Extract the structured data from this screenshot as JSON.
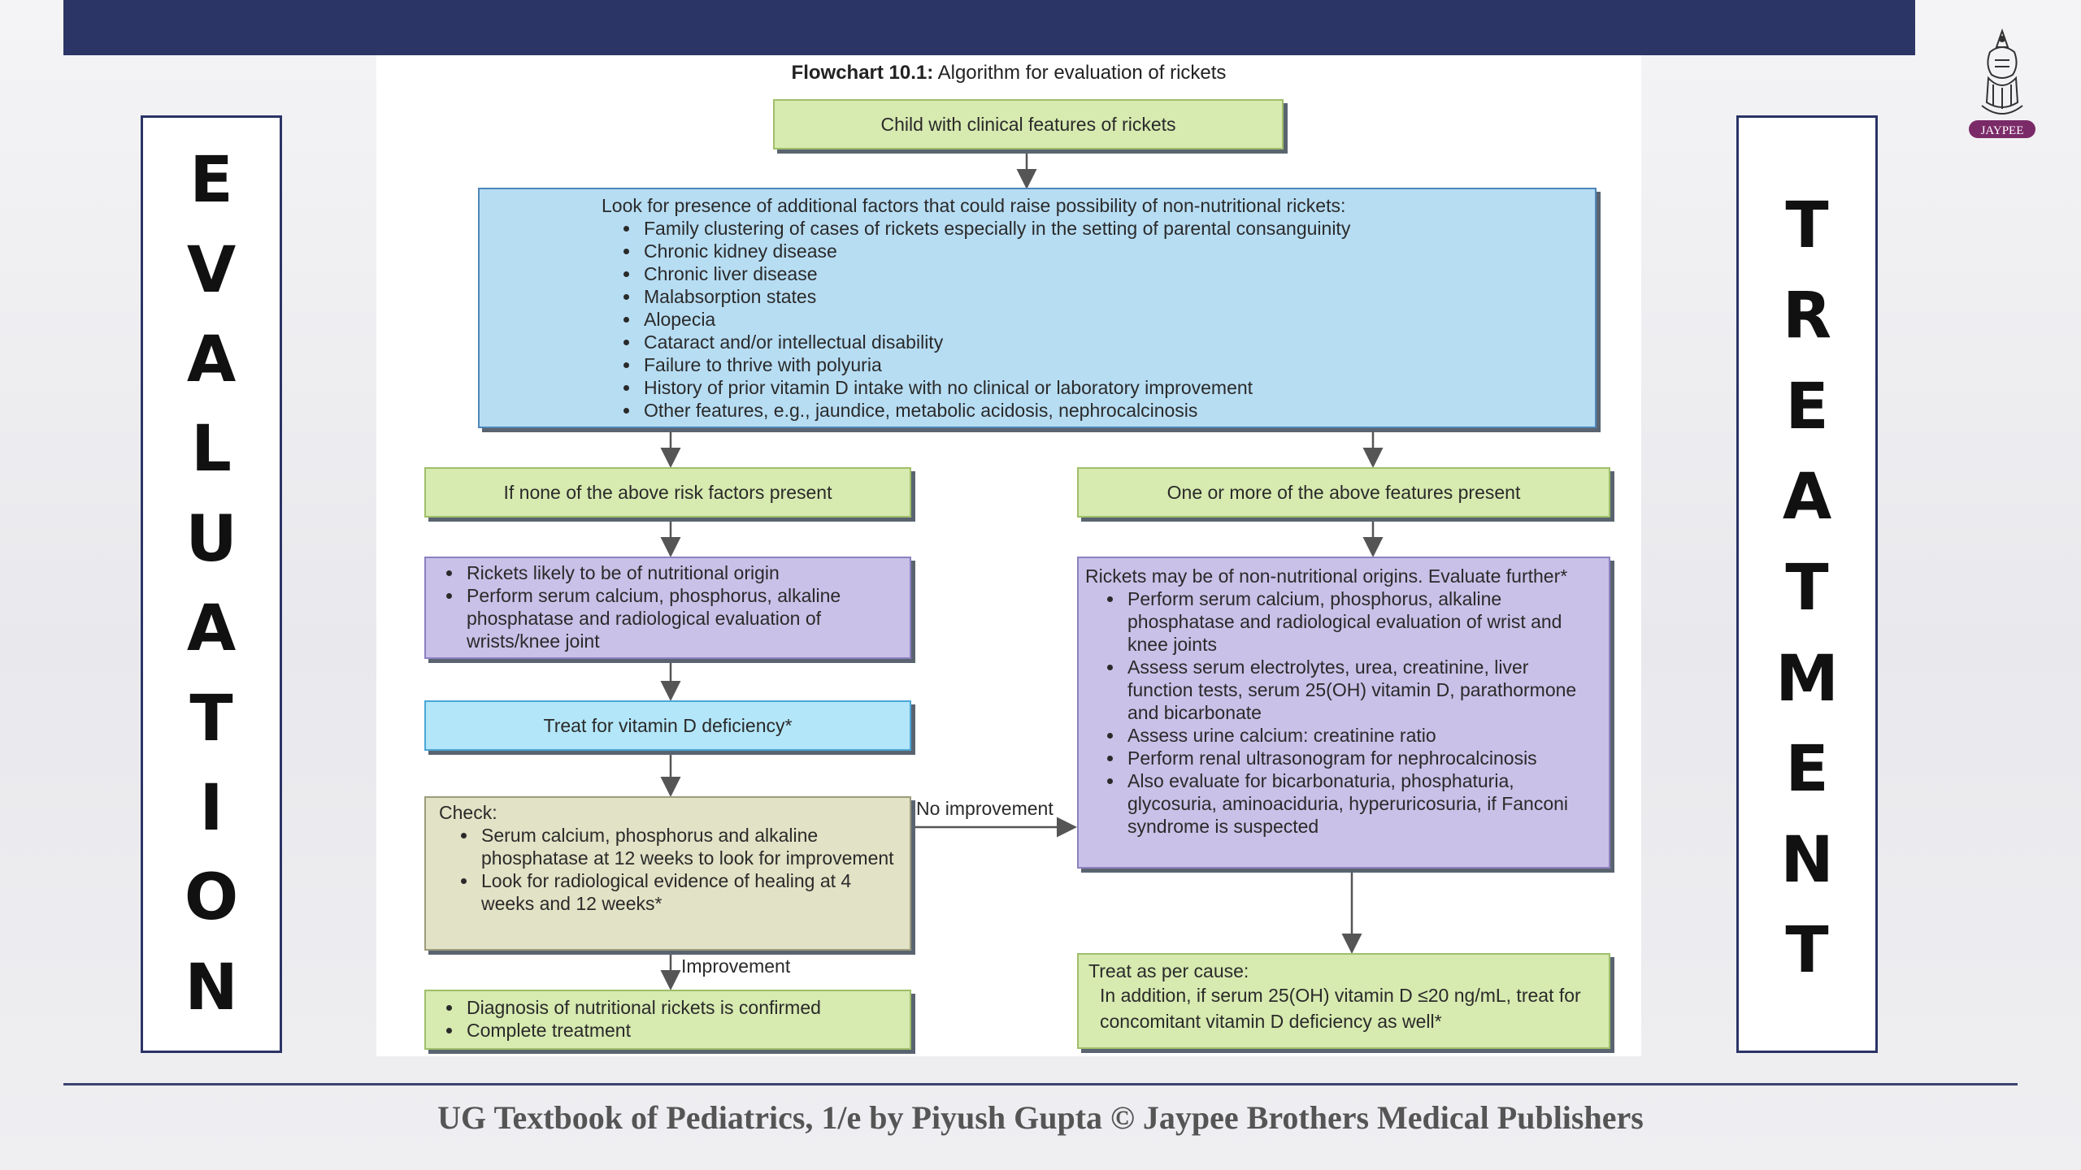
{
  "side_left": {
    "letters": [
      "E",
      "V",
      "A",
      "L",
      "U",
      "A",
      "T",
      "I",
      "O",
      "N"
    ]
  },
  "side_right": {
    "letters": [
      "T",
      "R",
      "E",
      "A",
      "T",
      "M",
      "E",
      "N",
      "T"
    ]
  },
  "logo": {
    "text": "JAYPEE"
  },
  "flowchart": {
    "title_bold": "Flowchart 10.1:",
    "title_rest": " Algorithm for evaluation of rickets",
    "start": "Child with clinical features of rickets",
    "factors": {
      "intro": "Look for presence of additional factors that could raise possibility of non-nutritional rickets:",
      "items": [
        "Family clustering of cases of rickets especially in the setting of parental consanguinity",
        "Chronic kidney disease",
        "Chronic liver disease",
        "Malabsorption states",
        "Alopecia",
        "Cataract and/or intellectual disability",
        "Failure to thrive with polyuria",
        "History of prior vitamin D intake with no clinical or laboratory improvement",
        "Other features, e.g., jaundice, metabolic acidosis, nephrocalcinosis"
      ]
    },
    "left": {
      "none": "If none of the above risk factors present",
      "likely": [
        "Rickets likely to be of nutritional origin",
        "Perform serum calcium, phosphorus, alkaline phosphatase and radiological evaluation of wrists/knee joint"
      ],
      "treat": "Treat for vitamin D deficiency*",
      "check": {
        "heading": "Check:",
        "items": [
          "Serum calcium, phosphorus and alkaline phosphatase at 12 weeks to look for improvement",
          "Look for radiological evidence of healing at 4 weeks and 12 weeks*"
        ]
      },
      "confirmed": [
        "Diagnosis of nutritional rickets is confirmed",
        "Complete treatment"
      ]
    },
    "right": {
      "present": "One or more of the above features present",
      "eval": {
        "intro": "Rickets may be of non-nutritional origins. Evaluate further*",
        "items": [
          "Perform serum calcium, phosphorus, alkaline phosphatase and radiological evaluation of wrist and knee joints",
          "Assess serum electrolytes, urea, creatinine, liver function tests, serum 25(OH) vitamin D, parathormone and bicarbonate",
          "Assess urine calcium: creatinine ratio",
          "Perform renal ultrasonogram for nephrocalcinosis",
          "Also evaluate for bicarbonaturia, phosphaturia, glycosuria, aminoaciduria, hyperuricosuria, if Fanconi syndrome is suspected"
        ]
      },
      "treat_cause": {
        "heading": "Treat as per cause:",
        "text": "In addition, if serum 25(OH) vitamin D ≤20 ng/mL, treat for concomitant vitamin D deficiency as well*"
      }
    },
    "edge_no_improvement": "No improvement",
    "edge_improvement": "Improvement"
  },
  "footer": "UG Textbook of Pediatrics, 1/e by Piyush Gupta © Jaypee Brothers Medical Publishers"
}
